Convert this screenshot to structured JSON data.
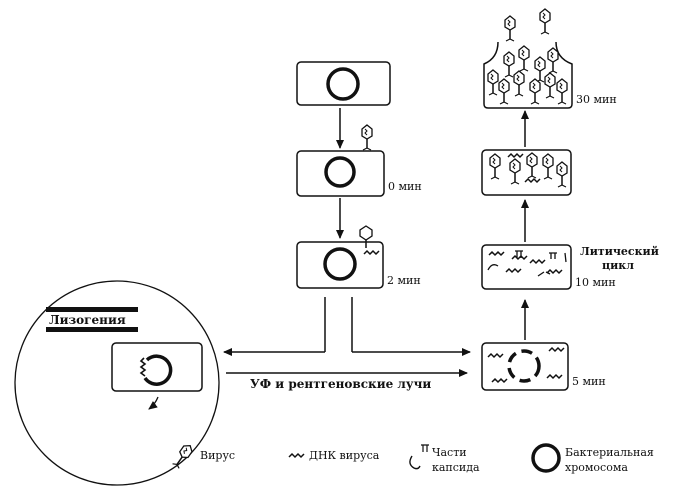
{
  "labels": {
    "time_0": "0 мин",
    "time_2": "2 мин",
    "time_5": "5 мин",
    "time_10": "10 мин",
    "time_30": "30 мин",
    "lytic_line1": "Литический",
    "lytic_line2": "цикл",
    "lysogeny": "Лизогения",
    "uv_xray": "УФ и рентгеновские лучи"
  },
  "legend": {
    "virus": "Вирус",
    "viral_dna": "ДНК вируса",
    "capsid_line1": "Части",
    "capsid_line2": "капсида",
    "chromosome_line1": "Бактериальная",
    "chromosome_line2": "хромосома"
  },
  "colors": {
    "ink": "#111111",
    "background": "#ffffff"
  }
}
